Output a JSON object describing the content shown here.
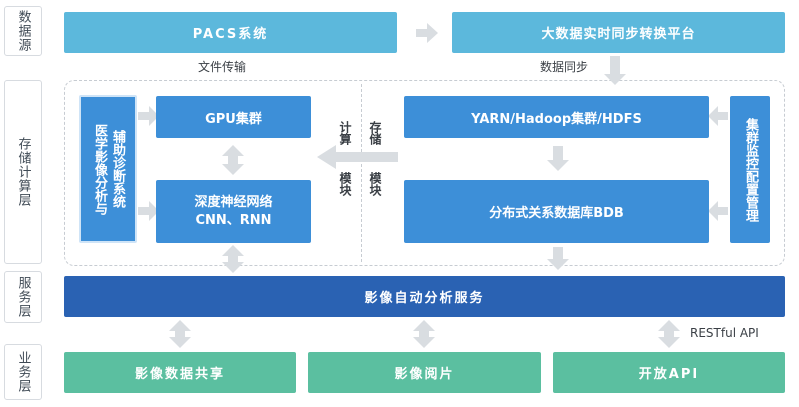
{
  "layers": {
    "data_source": "数据源",
    "storage_compute": "存储计算层",
    "service": "服务层",
    "business": "业务层"
  },
  "top": {
    "pacs": "PACS系统",
    "bigdata_platform": "大数据实时同步转换平台",
    "file_transfer": "文件传输",
    "data_sync": "数据同步"
  },
  "compute": {
    "diagnosis_system_col1": "医学影像分析与",
    "diagnosis_system_col2": "辅助诊断系统",
    "gpu_cluster": "GPU集群",
    "dnn_line1": "深度神经网络",
    "dnn_line2": "CNN、RNN",
    "compute_module_a": "计算",
    "compute_module_b": "模块",
    "storage_module_a": "存储",
    "storage_module_b": "模块"
  },
  "storage": {
    "yarn_cluster": "YARN/Hadoop集群/HDFS",
    "distributed_db": "分布式关系数据库BDB",
    "cluster_monitor": "集群监控配置管理"
  },
  "service": {
    "image_analysis": "影像自动分析服务",
    "restful_api": "RESTful API"
  },
  "business": {
    "image_sharing": "影像数据共享",
    "image_reading": "影像阅片",
    "open_api": "开放API"
  },
  "colors": {
    "cyan": "#5cb8dc",
    "blue": "#3d8fd8",
    "dark_blue": "#2a62b3",
    "green": "#5bbfa0",
    "arrow": "#d9dde1"
  }
}
